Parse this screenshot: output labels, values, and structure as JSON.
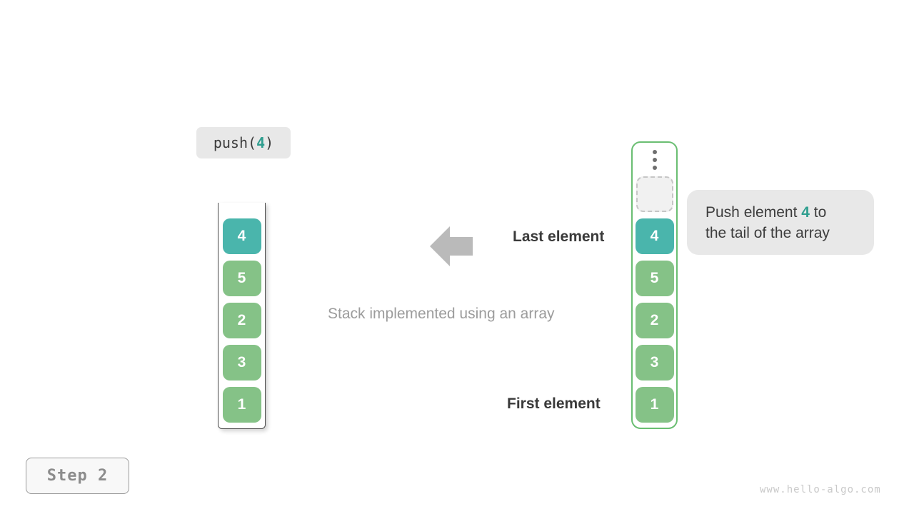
{
  "page": {
    "background": "#ffffff",
    "watermark": "www.hello-algo.com"
  },
  "colors": {
    "teal_cell": "#4ab5ac",
    "green_cell": "#85c287",
    "accent_text": "#2f9e8f",
    "label_bg": "#e8e8e8",
    "arrow": "#bababa",
    "container_border_green": "#6abe72"
  },
  "operation": {
    "prefix": "push(",
    "value": "4",
    "suffix": ")"
  },
  "labels": {
    "last": "Last element",
    "first": "First element",
    "caption": "Stack implemented using an array"
  },
  "left_stack": {
    "cells": [
      {
        "value": "4",
        "color": "teal_cell"
      },
      {
        "value": "5",
        "color": "green_cell"
      },
      {
        "value": "2",
        "color": "green_cell"
      },
      {
        "value": "3",
        "color": "green_cell"
      },
      {
        "value": "1",
        "color": "green_cell"
      }
    ]
  },
  "right_stack": {
    "ellipsis": "vertical-ellipsis",
    "empty_slot": "dashed-placeholder",
    "cells": [
      {
        "value": "4",
        "color": "teal_cell"
      },
      {
        "value": "5",
        "color": "green_cell"
      },
      {
        "value": "2",
        "color": "green_cell"
      },
      {
        "value": "3",
        "color": "green_cell"
      },
      {
        "value": "1",
        "color": "green_cell"
      }
    ]
  },
  "callout": {
    "line1_prefix": "Push element ",
    "line1_value": "4",
    "line1_suffix": " to",
    "line2": "the tail of the array"
  },
  "step": {
    "label": "Step 2"
  }
}
